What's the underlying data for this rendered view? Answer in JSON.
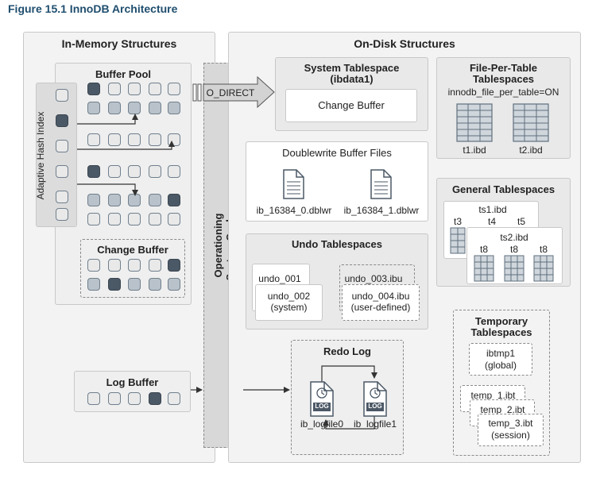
{
  "figure_title": "Figure 15.1 InnoDB Architecture",
  "in_memory": {
    "title": "In-Memory Structures",
    "buffer_pool": "Buffer Pool",
    "adaptive_hash_index": "Adaptive Hash Index",
    "change_buffer": "Change Buffer",
    "log_buffer": "Log Buffer"
  },
  "os_cache": {
    "line1": "Operationing",
    "line2": "System Cache"
  },
  "o_direct": "O_DIRECT",
  "on_disk": {
    "title": "On-Disk Structures",
    "system_tablespace": {
      "title1": "System Tablespace",
      "title2": "(ibdata1)",
      "change_buffer": "Change Buffer"
    },
    "file_per_table": {
      "title1": "File-Per-Table",
      "title2": "Tablespaces",
      "setting": "innodb_file_per_table=ON",
      "files": [
        "t1.ibd",
        "t2.ibd"
      ]
    },
    "doublewrite": {
      "title": "Doublewrite Buffer Files",
      "files": [
        "ib_16384_0.dblwr",
        "ib_16384_1.dblwr"
      ]
    },
    "general_tablespaces": {
      "title": "General Tablespaces",
      "ts1": "ts1.ibd",
      "ts1_tables": [
        "t3",
        "t4",
        "t5"
      ],
      "ts2": "ts2.ibd",
      "ts2_tables": [
        "t8",
        "t8",
        "t8"
      ]
    },
    "undo_tablespaces": {
      "title": "Undo Tablespaces",
      "undo_001": "undo_001",
      "undo_002": "undo_002",
      "system": "(system)",
      "undo_003": "undo_003.ibu",
      "undo_004": "undo_004.ibu",
      "user_defined": "(user-defined)"
    },
    "redo_log": {
      "title": "Redo Log",
      "files": [
        "ib_logfile0",
        "ib_logfile1"
      ],
      "icon_text": "LOG"
    },
    "temporary_tablespaces": {
      "title1": "Temporary",
      "title2": "Tablespaces",
      "ibtmp1": "ibtmp1",
      "global": "(global)",
      "temp_1": "temp_1.ibt",
      "temp_2": "temp_2.ibt",
      "temp_3": "temp_3.ibt",
      "session": "(session)"
    }
  },
  "colors": {
    "title": "#1f4e6e",
    "panel": "#f3f3f3",
    "cell_dark": "#4b5866",
    "cell_mid": "#b9c2ca",
    "cell_light": "#e9e9e9",
    "arrow": "#333333"
  }
}
